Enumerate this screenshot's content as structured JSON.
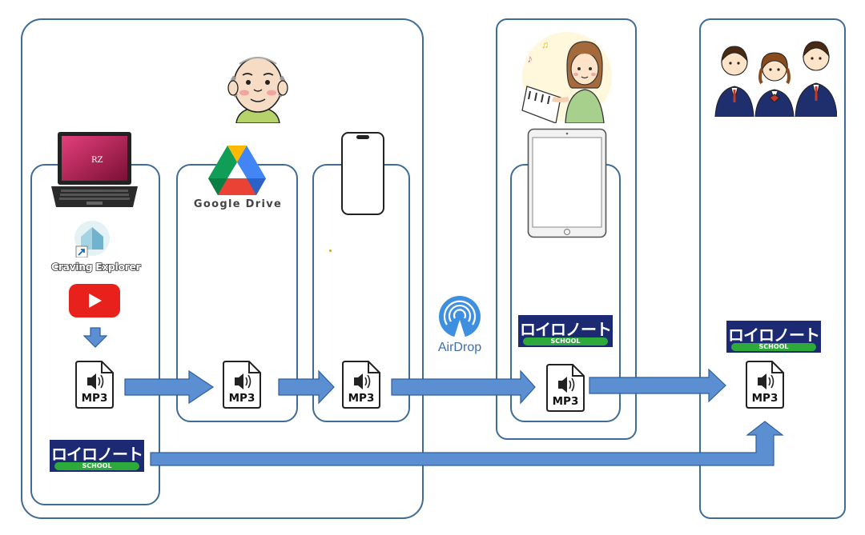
{
  "colors": {
    "container_border": "#3f6b97",
    "arrow_fill": "#5b8fd1",
    "arrow_stroke": "#2e5f9e",
    "youtube_red": "#e8211d",
    "roilo_navy": "#1b2a73",
    "roilo_green": "#2eaa3b"
  },
  "labels": {
    "craving_explorer": "Craving Explorer",
    "google_drive": "Google Drive",
    "airdrop": "AirDrop",
    "mp3": "MP3",
    "roilo_school": "SCHOOL",
    "roilo_wordmark": "ロイロノート"
  },
  "icons": [
    "elderly-man-icon",
    "laptop-icon",
    "craving-explorer-icon",
    "youtube-icon",
    "google-drive-icon",
    "smartphone-icon",
    "airdrop-icon",
    "teacher-piano-icon",
    "tablet-icon",
    "students-icon",
    "mp3-file-icon",
    "roilo-note-logo"
  ]
}
